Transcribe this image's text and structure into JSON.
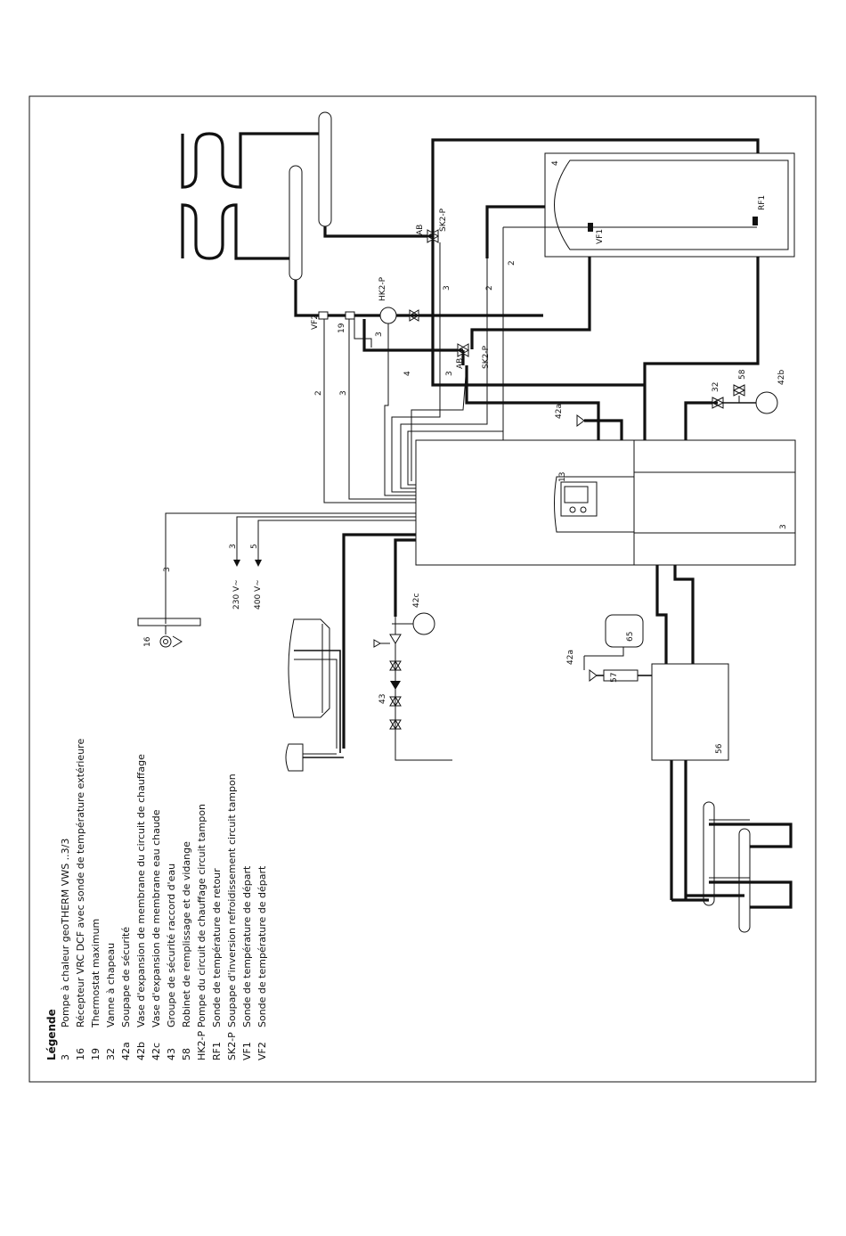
{
  "legend": {
    "title": "Légende",
    "items": [
      {
        "code": "3",
        "text": "Pompe à chaleur geoTHERM VWS ..3/3"
      },
      {
        "code": "16",
        "text": "Récepteur VRC DCF avec sonde de température extérieure"
      },
      {
        "code": "19",
        "text": "Thermostat maximum"
      },
      {
        "code": "32",
        "text": "Vanne à chapeau"
      },
      {
        "code": "42a",
        "text": "Soupape de sécurité"
      },
      {
        "code": "42b",
        "text": "Vase d'expansion de membrane du circuit de chauffage"
      },
      {
        "code": "42c",
        "text": "Vase d'expansion de membrane eau chaude"
      },
      {
        "code": "43",
        "text": "Groupe de sécurité raccord d'eau"
      },
      {
        "code": "58",
        "text": "Robinet de remplissage et de vidange"
      },
      {
        "code": "HK2-P",
        "text": "Pompe du circuit de chauffage circuit tampon"
      },
      {
        "code": "RF1",
        "text": "Sonde de température de retour"
      },
      {
        "code": "SK2-P",
        "text": "Soupape d'inversion refroidissement circuit tampon"
      },
      {
        "code": "VF1",
        "text": "Sonde de température de départ"
      },
      {
        "code": "VF2",
        "text": "Sonde de température de départ"
      }
    ]
  },
  "labels": {
    "unit_3": "3",
    "unit_4": "4",
    "unit_13": "13",
    "unit_16": "16",
    "unit_56": "56",
    "unit_57": "57",
    "unit_65": "65",
    "unit_42a_top": "42a",
    "unit_42a_bottom": "42a",
    "unit_42b": "42b",
    "unit_42c": "42c",
    "unit_32": "32",
    "unit_58": "58",
    "unit_43": "43",
    "unit_19": "19",
    "vf2": "VF2",
    "vf1": "VF1",
    "rf1": "RF1",
    "hk2p": "HK2-P",
    "sk2p_top": "SK2-P",
    "sk2p_mid": "SK2-P",
    "ab_top": "AB",
    "ab_mid": "AB",
    "v230": "230 V~",
    "v400": "400 V~",
    "w_2a": "2",
    "w_3a": "3",
    "w_4": "4",
    "w_3b": "3",
    "w_3c": "3",
    "w_2b": "2",
    "w_2c": "2",
    "w_3d": "3",
    "w_230": "3",
    "w_400": "5"
  }
}
